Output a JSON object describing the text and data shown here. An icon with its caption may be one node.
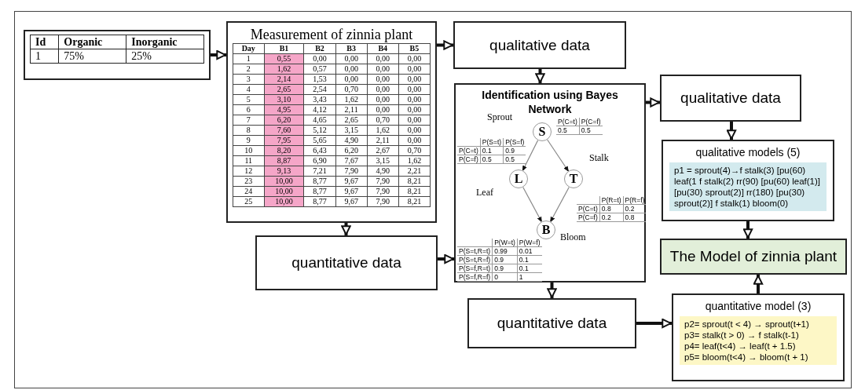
{
  "diagram": {
    "nodes": [
      {
        "text": [
          "Id",
          "Organic",
          "Inorganic",
          "1",
          "75%",
          "25%"
        ]
      },
      {
        "text": [
          "Measurement of zinnia plant",
          "Day",
          "B1",
          "B2",
          "B3",
          "B4",
          "B5",
          "1",
          "0,55",
          "0,00",
          "0,00",
          "0,00",
          "0,00",
          "2",
          "1,62",
          "0,57",
          "0,00",
          "0,00",
          "0,00",
          "3",
          "2,14",
          "1,53",
          "0,00",
          "0,00",
          "0,00",
          "4",
          "2,65",
          "2,54",
          "0,70",
          "0,00",
          "0,00",
          "5",
          "3,10",
          "3,43",
          "1,62",
          "0,00",
          "0,00",
          "6",
          "4,95",
          "4,12",
          "2,11",
          "0,00",
          "0,00",
          "7",
          "6,20",
          "4,65",
          "2,65",
          "0,70",
          "0,00",
          "8",
          "7,60",
          "5,12",
          "3,15",
          "1,62",
          "0,00",
          "9",
          "7,95",
          "5,65",
          "4,90",
          "2,11",
          "0,00",
          "10",
          "8,20",
          "6,43",
          "6,20",
          "2,67",
          "0,70",
          "11",
          "8,87",
          "6,90",
          "7,67",
          "3,15",
          "1,62",
          "12",
          "9,13",
          "7,21",
          "7,90",
          "4,90",
          "2,21",
          "23",
          "10,00",
          "8,77",
          "9,67",
          "7,90",
          "8,21",
          "24",
          "10,00",
          "8,77",
          "9,67",
          "7,90",
          "8,21",
          "25",
          "10,00",
          "8,77",
          "9,67",
          "7,90",
          "8,21"
        ]
      },
      {
        "text": [
          "qualitative data"
        ]
      },
      {
        "text": [
          "Identification using Bayes Network"
        ]
      },
      {
        "text": [
          "S"
        ],
        "in": 3,
        "beside": [
          "Sprout"
        ]
      },
      {
        "text": [
          "L"
        ],
        "in": 3,
        "beside": [
          "Leaf"
        ]
      },
      {
        "text": [
          "T"
        ],
        "in": 3,
        "beside": [
          "Stalk"
        ]
      },
      {
        "text": [
          "B"
        ],
        "in": 3,
        "beside": [
          "Bloom"
        ]
      },
      {
        "text": [
          "qualitative data"
        ]
      },
      {
        "text": [
          "qualitative models (5)",
          "p1 = sprout(4)→f stalk(3) [pu(60) leaf(1 f stalk(2) rr(90) [pu(60) leaf(1)] [pu(30) sprout(2)] rr(180) [pu(30) sprout(2)] f stalk(1) bloom(0)"
        ]
      },
      {
        "text": [
          "quantitative data"
        ]
      },
      {
        "text": [
          "The Model of zinnia plant"
        ]
      },
      {
        "text": [
          "quantitative data"
        ]
      },
      {
        "text": [
          "quantitative model (3)",
          "p2= sprout(t < 4) → sprout(t+1)",
          "p3= stalk(t > 0) → f stalk(t-1)",
          "p4= leaf(t<4) → leaf(t + 1.5)",
          "p5= bloom(t<4) → bloom(t + 1)"
        ]
      }
    ],
    "edges": [
      {
        "from": 0,
        "to": 1,
        "arrow": "to"
      },
      {
        "from": 1,
        "to": 2,
        "arrow": "to"
      },
      {
        "from": 1,
        "to": 10,
        "arrow": "to"
      },
      {
        "from": 2,
        "to": 3,
        "arrow": "to"
      },
      {
        "from": 10,
        "to": 3,
        "arrow": "to"
      },
      {
        "from": 3,
        "to": 8,
        "arrow": "to"
      },
      {
        "from": 3,
        "to": 12,
        "arrow": "to"
      },
      {
        "from": 4,
        "to": 5,
        "arrow": "to",
        "color": "#888888"
      },
      {
        "from": 4,
        "to": 6,
        "arrow": "to",
        "color": "#888888"
      },
      {
        "from": 5,
        "to": 7,
        "arrow": "to",
        "color": "#888888"
      },
      {
        "from": 6,
        "to": 7,
        "arrow": "to",
        "color": "#888888"
      },
      {
        "from": 8,
        "to": 9,
        "arrow": "to"
      },
      {
        "from": 9,
        "to": 11,
        "arrow": "to"
      },
      {
        "from": 12,
        "to": 13,
        "arrow": "to"
      },
      {
        "from": 13,
        "to": 11,
        "arrow": "to"
      }
    ],
    "labels": [
      "P(C=t)",
      "P(C=f)",
      "0.5",
      "0.5",
      "P(S=t)",
      "P(S=f)",
      "P(C=t)",
      "0.1",
      "0.9",
      "P(C=f)",
      "0.5",
      "0.5",
      "P(R=t)",
      "P(R=f)",
      "P(C=t)",
      "0.8",
      "0.2",
      "P(C=f)",
      "0.2",
      "0.8",
      "P(W=t)",
      "P(W=f)",
      "P(S=t,R=t)",
      "0.99",
      "0.01",
      "P(S=t,R=f)",
      "0.9",
      "0.1",
      "P(S=f,R=t)",
      "0.9",
      "0.1",
      "P(S=f,R=f)",
      "0",
      "1"
    ]
  }
}
